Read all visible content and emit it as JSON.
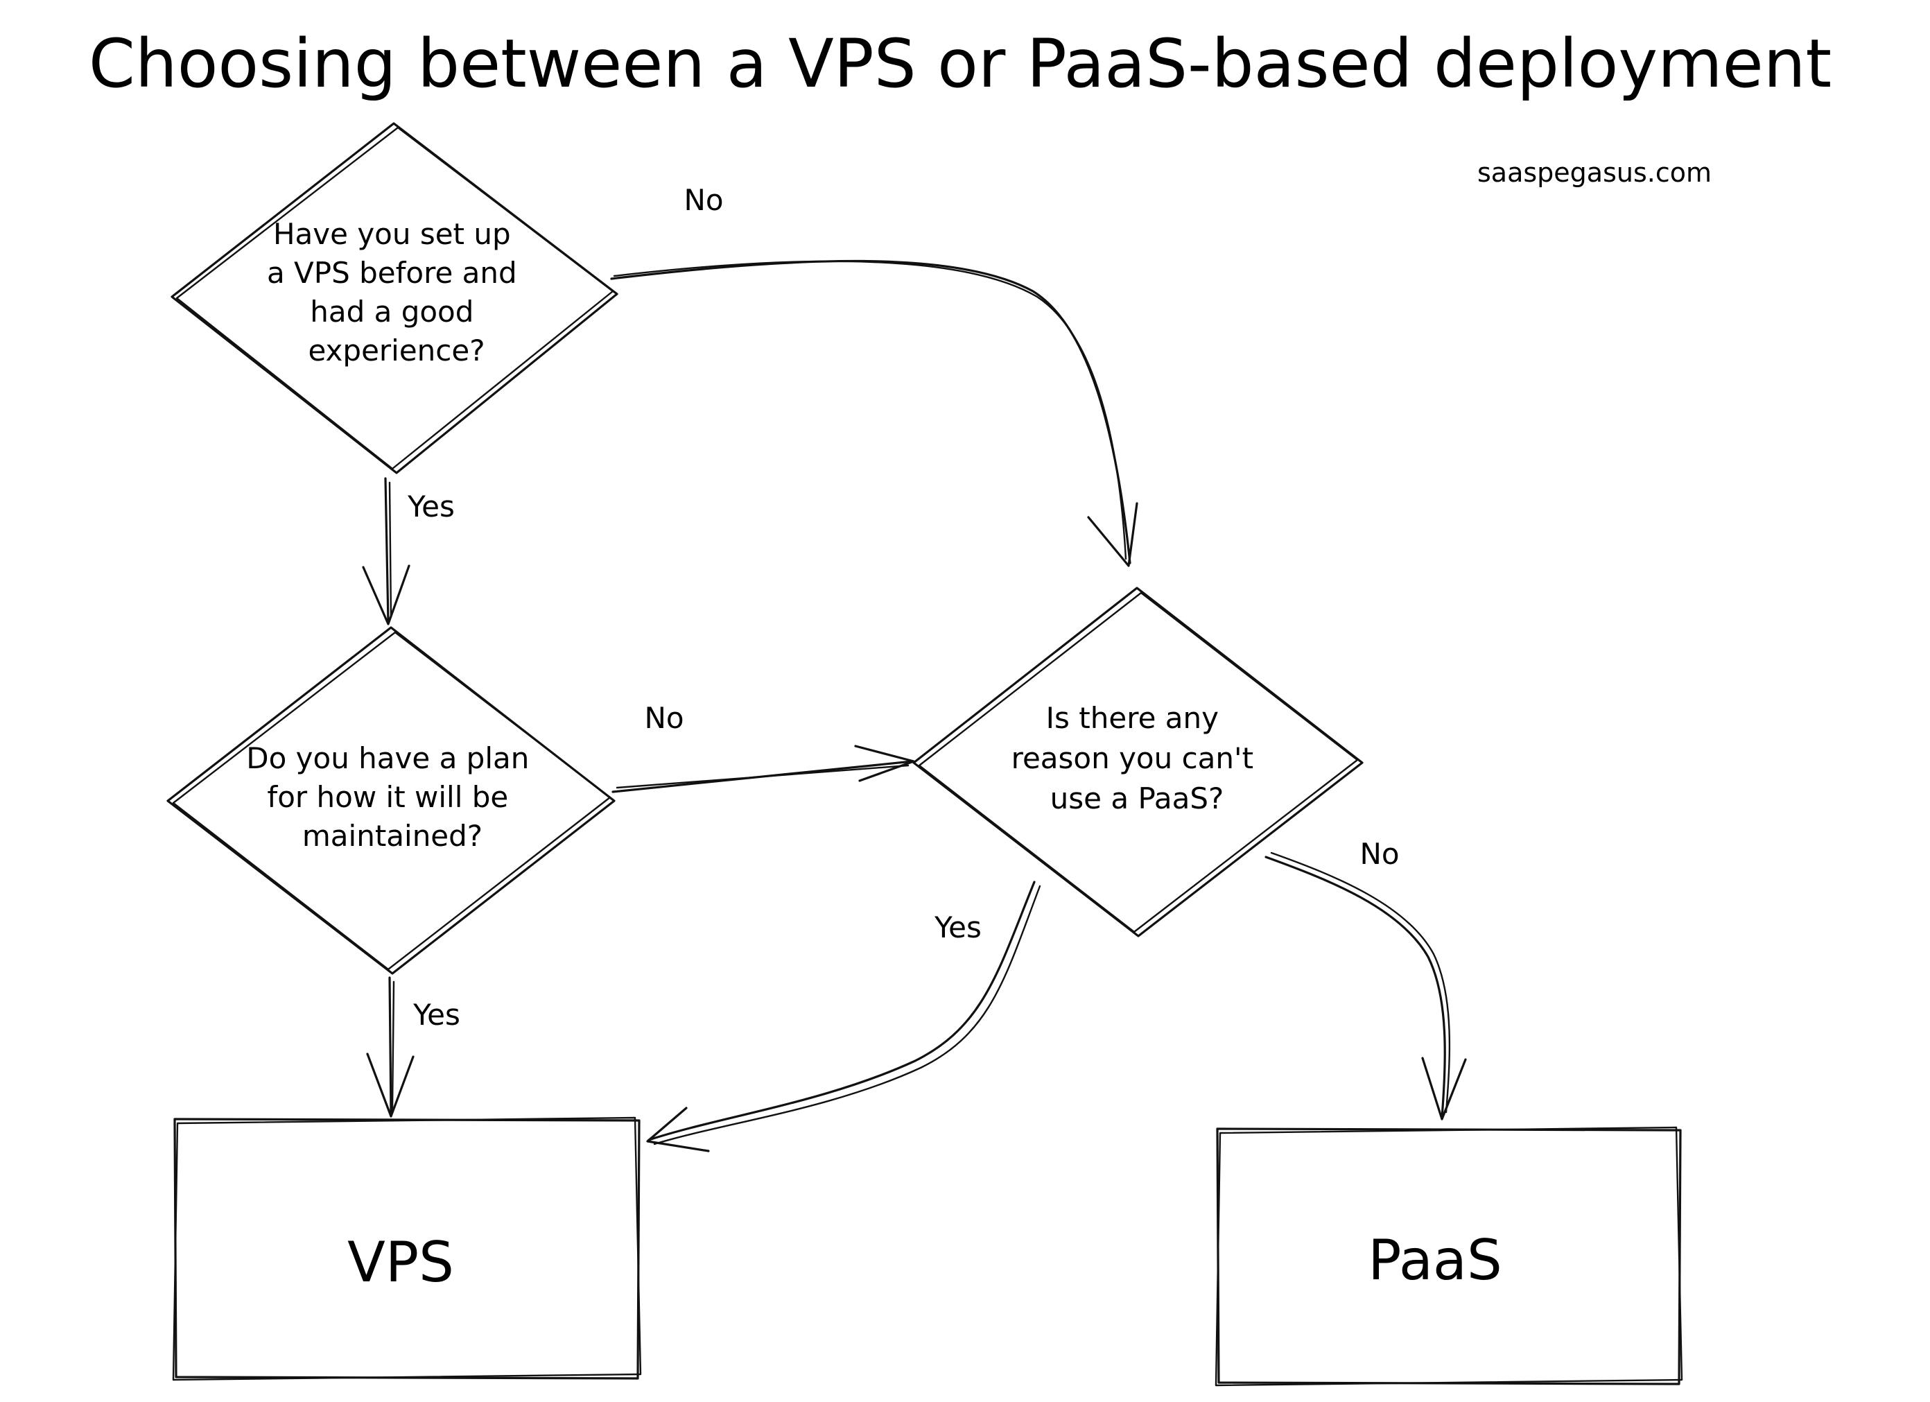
{
  "title": "Choosing between a VPS or PaaS-based deployment",
  "credit": "saaspegasus.com",
  "nodes": {
    "q_vps_experience": {
      "lines": [
        "Have you set up",
        "a VPS before and",
        "had a good",
        "experience?"
      ]
    },
    "q_maintenance_plan": {
      "lines": [
        "Do you have a plan",
        "for how it will be",
        "maintained?"
      ]
    },
    "q_paas_reason": {
      "lines": [
        "Is there any",
        "reason you can't",
        "use a PaaS?"
      ]
    },
    "outcome_vps": {
      "label": "VPS"
    },
    "outcome_paas": {
      "label": "PaaS"
    }
  },
  "edges": {
    "experience_no": "No",
    "experience_yes": "Yes",
    "maintenance_no": "No",
    "maintenance_yes": "Yes",
    "reason_yes": "Yes",
    "reason_no": "No"
  }
}
